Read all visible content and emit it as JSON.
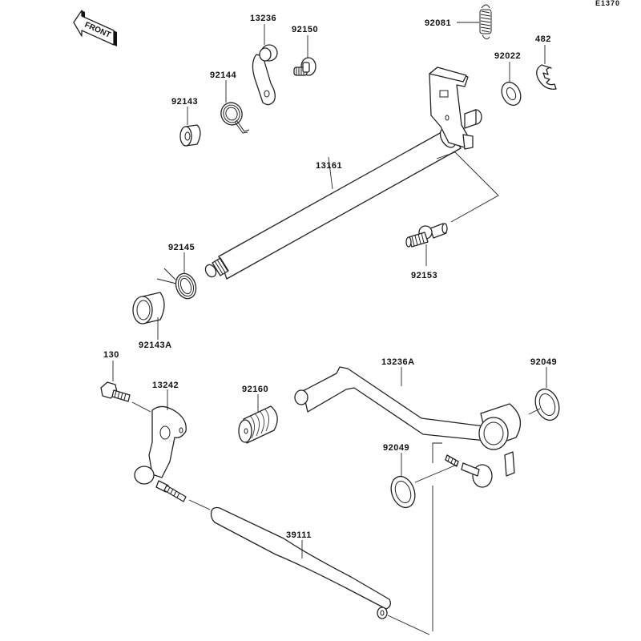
{
  "diagram": {
    "code": "E1370",
    "front_label": "FRONT",
    "parts": [
      {
        "id": "13236",
        "label": "13236",
        "name": "Shift lever arm"
      },
      {
        "id": "92150",
        "label": "92150",
        "name": "Bolt"
      },
      {
        "id": "92081",
        "label": "92081",
        "name": "Spring"
      },
      {
        "id": "482",
        "label": "482",
        "name": "Circlip"
      },
      {
        "id": "92022",
        "label": "92022",
        "name": "Washer"
      },
      {
        "id": "92144",
        "label": "92144",
        "name": "Torsion spring"
      },
      {
        "id": "92143",
        "label": "92143",
        "name": "Collar"
      },
      {
        "id": "13161",
        "label": "13161",
        "name": "Shift shaft"
      },
      {
        "id": "92145",
        "label": "92145",
        "name": "Return spring"
      },
      {
        "id": "92153",
        "label": "92153",
        "name": "Stud bolt"
      },
      {
        "id": "92143A",
        "label": "92143A",
        "name": "Collar"
      },
      {
        "id": "130",
        "label": "130",
        "name": "Flange bolt"
      },
      {
        "id": "13242",
        "label": "13242",
        "name": "Shift lever"
      },
      {
        "id": "92160",
        "label": "92160",
        "name": "Pedal rubber"
      },
      {
        "id": "13236A",
        "label": "13236A",
        "name": "Shift pedal"
      },
      {
        "id": "92049",
        "label": "92049",
        "name": "Oil seal"
      },
      {
        "id": "92049b",
        "label": "92049",
        "name": "Oil seal"
      },
      {
        "id": "39111",
        "label": "39111",
        "name": "Shift rod"
      }
    ]
  }
}
